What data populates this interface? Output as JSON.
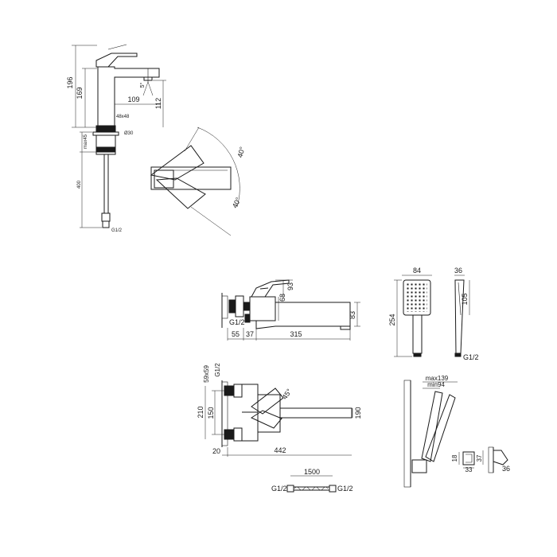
{
  "basin_mixer": {
    "front": {
      "h_total": "196",
      "h_spout": "169",
      "reach": "109",
      "h_under_spout": "112",
      "base_size": "48x48",
      "hole": "Ø30",
      "max_deck": "max45",
      "hose_len": "400",
      "thread": "G1/2",
      "angle": "5°"
    },
    "top": {
      "angle_a": "40°",
      "angle_b": "40°"
    }
  },
  "bath_mixer": {
    "side": {
      "h_lever": "93",
      "h_body": "68",
      "h_spout": "83",
      "thread": "G1/2",
      "d_wall": "55",
      "d_body": "37",
      "spout_len": "315"
    },
    "top": {
      "eccentric": "59x59",
      "thread": "G1/2",
      "h_total": "210",
      "centers": "150",
      "angle": "45°",
      "h_spout": "190",
      "wall": "20",
      "reach": "442"
    }
  },
  "hand_shower": {
    "width": "84",
    "depth": "36",
    "length": "254",
    "head_len": "105",
    "thread": "G1/2"
  },
  "holder": {
    "max_len": "max139",
    "min_len": "min94",
    "h": "18",
    "w": "33",
    "d": "37",
    "d2": "36"
  },
  "hose": {
    "length": "1500",
    "thread_a": "G1/2",
    "thread_b": "G1/2"
  }
}
